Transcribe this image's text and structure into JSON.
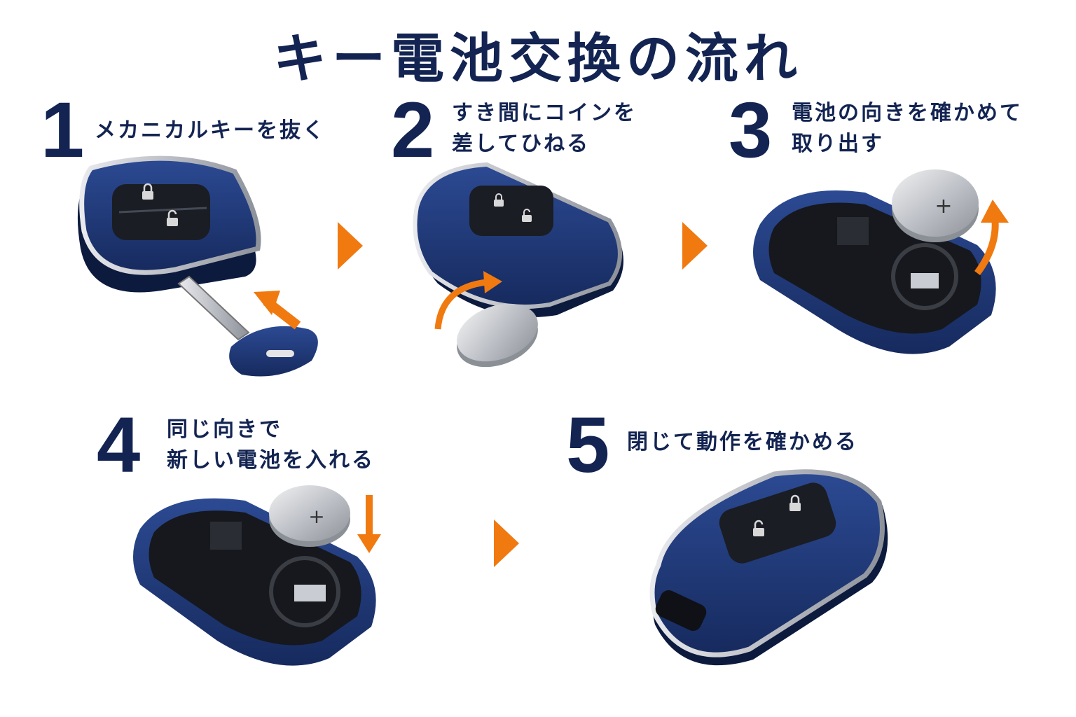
{
  "title": "キー電池交換の流れ",
  "steps": [
    {
      "number": "1",
      "lines": [
        "メカニカルキーを抜く"
      ]
    },
    {
      "number": "2",
      "lines": [
        "すき間にコインを",
        "差してひねる"
      ]
    },
    {
      "number": "3",
      "lines": [
        "電池の向きを確かめて",
        "取り出す"
      ]
    },
    {
      "number": "4",
      "lines": [
        "同じ向きで",
        "新しい電池を入れる"
      ]
    },
    {
      "number": "5",
      "lines": [
        "閉じて動作を確かめる"
      ]
    }
  ],
  "battery_mark": "+",
  "colors": {
    "navy": "#1e3470",
    "text": "#132452",
    "orange": "#f07a10",
    "silver": "#c9ccd2"
  },
  "icons": [
    "lock-icon",
    "unlock-icon",
    "arrow-icon",
    "chevron-right-icon",
    "coin-battery-icon"
  ]
}
